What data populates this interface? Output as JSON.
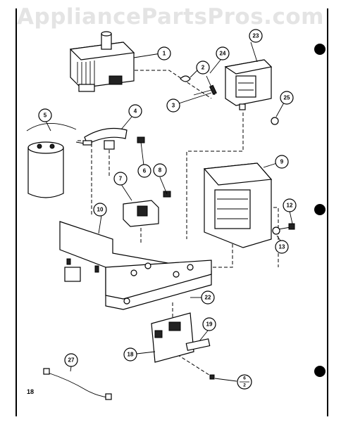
{
  "watermark": "AppliancePartsPros.com",
  "page_number": "18",
  "colors": {
    "ink": "#000000",
    "paper": "#ffffff",
    "watermark": "#e4e4e4"
  },
  "callouts": {
    "c1": "1",
    "c2": "2",
    "c3": "3",
    "c4": "4",
    "c5": "5",
    "c6": "6",
    "c7": "7",
    "c8": "8",
    "c9": "9",
    "c10": "10",
    "c12": "12",
    "c13": "13",
    "c18": "18",
    "c19": "19",
    "c22": "22",
    "c23": "23",
    "c24": "24",
    "c25": "25",
    "c27": "27",
    "c_bottom_top": "6",
    "c_bottom_bottom": "2"
  }
}
